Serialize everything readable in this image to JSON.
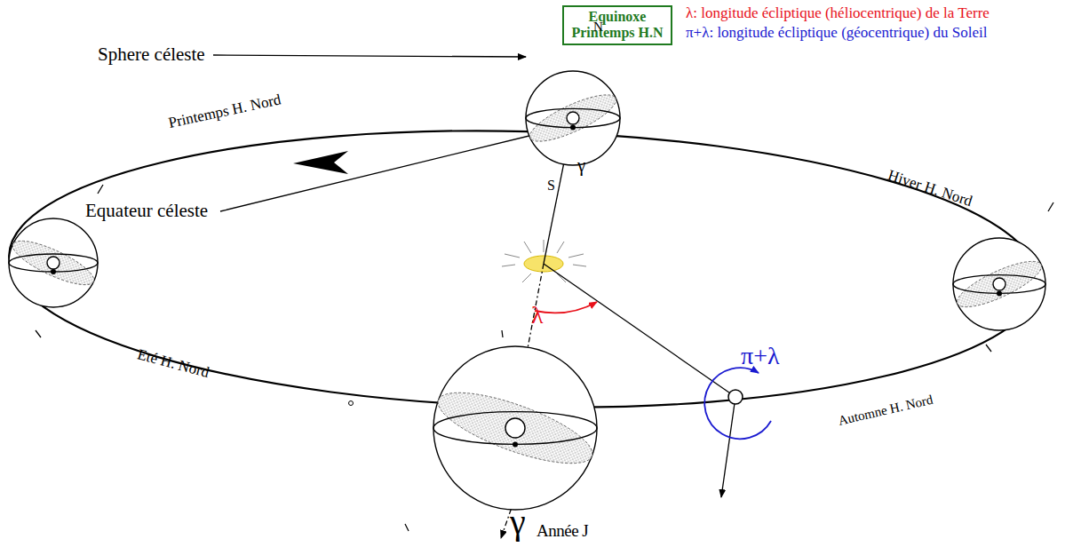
{
  "diagram": {
    "nodes": [
      {
        "text": [
          "Equinoxe",
          "Printemps H.N"
        ]
      }
    ],
    "labels": [
      "λ: longitude écliptique (héliocentrique) de la Terre",
      "π+λ: longitude écliptique (géocentrique) du Soleil",
      "Sphere céleste",
      "N",
      "γ",
      "S",
      "Printemps H. Nord",
      "Hiver H. Nord",
      "Equateur céleste",
      "λ",
      "π+λ",
      "Eté H. Nord",
      "Automne H. Nord",
      "γ",
      "Année J"
    ]
  }
}
